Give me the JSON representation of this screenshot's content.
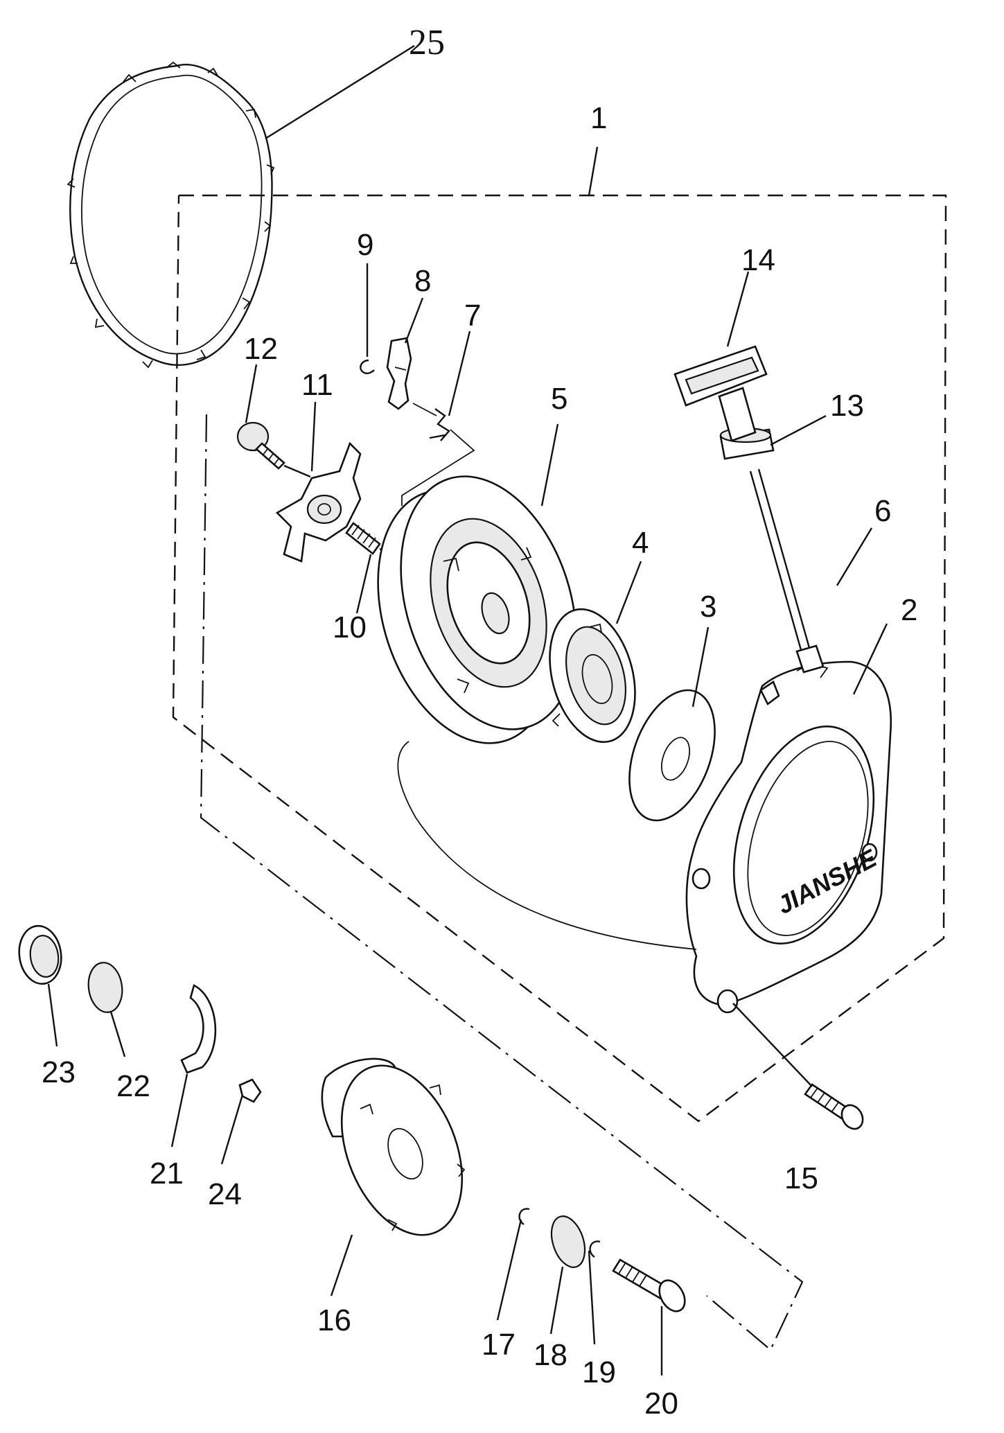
{
  "brand_text": "JIANSHE",
  "part_labels": {
    "p1": "1",
    "p2": "2",
    "p3": "3",
    "p4": "4",
    "p5": "5",
    "p6": "6",
    "p7": "7",
    "p8": "8",
    "p9": "9",
    "p10": "10",
    "p11": "11",
    "p12": "12",
    "p13": "13",
    "p14": "14",
    "p15": "15",
    "p16": "16",
    "p17": "17",
    "p18": "18",
    "p19": "19",
    "p20": "20",
    "p21": "21",
    "p22": "22",
    "p23": "23",
    "p24": "24",
    "p25": "25"
  }
}
